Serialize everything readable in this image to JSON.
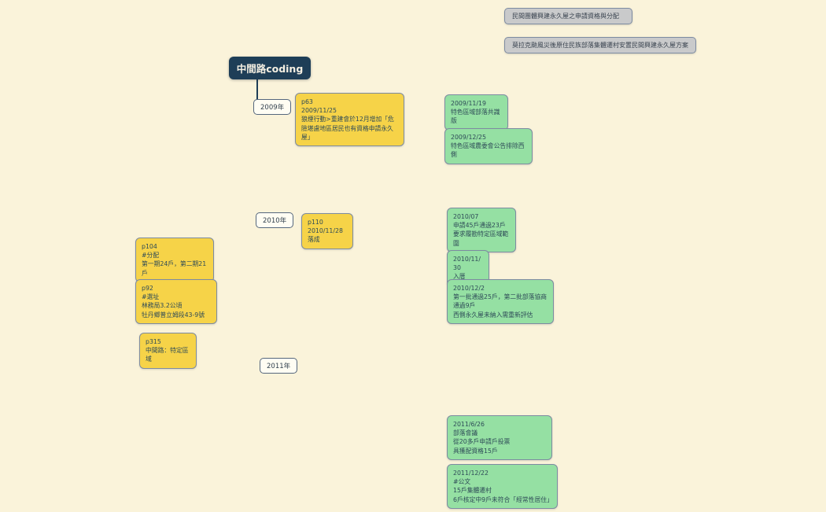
{
  "colors": {
    "background": "#faf3da",
    "accent_navy": "#1e3e57",
    "card_yellow": "#f6d348",
    "card_green": "#95e0a3",
    "chip_gray": "#c9cacb",
    "card_border": "#7d8ba1",
    "card_text": "#2d4a57"
  },
  "root_card": {
    "label": "中間路coding"
  },
  "chips": [
    {
      "label": "民間團體興建永久屋之申請資格與分配"
    },
    {
      "label": "莫拉克颱風災後原住民族部落集體遷村安置民間興建永久屋方案"
    }
  ],
  "year_labels": [
    {
      "label": "2009年"
    },
    {
      "label": "2010年"
    },
    {
      "label": "2011年"
    }
  ],
  "yellow_cards": [
    {
      "id": "p63",
      "text": "p63\n2009/11/25\n狼煙行動>重建會於12月增加「危險堪慮地區居民也有資格申請永久屋」"
    },
    {
      "id": "p110",
      "text": "p110\n2010/11/28落成"
    },
    {
      "id": "p104",
      "text": "p104\n#分配\n第一期24戶，第二期21戶"
    },
    {
      "id": "p92",
      "text": "p92\n#選址\n林務局3.2公頃\n牡丹鄉普立姆段43-9號"
    },
    {
      "id": "p315",
      "text": "p315\n中間路：特定區域"
    }
  ],
  "green_cards": [
    {
      "text": "2009/11/19\n特色區域部落共識版"
    },
    {
      "text": "2009/12/25\n特色區域農委會公告排除西側"
    },
    {
      "text": "2010/07\n申請45戶通過23戶\n要求履勘特定區域範圍"
    },
    {
      "text": "2010/11/30\n入厝"
    },
    {
      "text": "2010/12/2\n第一批通過25戶，第二批部落協商通過9戶\n西側永久屋未納入需重新評估"
    },
    {
      "text": "2011/6/26\n部落會議\n從20多戶申請戶投票\n具獲配資格15戶"
    },
    {
      "text": "2011/12/22\n#公文\n15戶集體遷村\n6戶核定中9戶未符合「經常性居住」"
    }
  ]
}
